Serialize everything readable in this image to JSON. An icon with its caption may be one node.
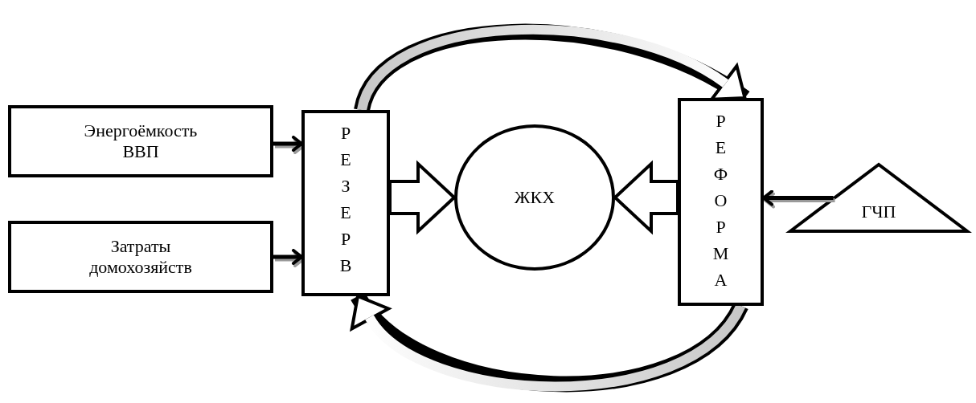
{
  "diagram": {
    "nodes": [
      {
        "text": [
          "Энергоёмкость ВВП"
        ]
      },
      {
        "text": [
          "Затраты домохозяйств"
        ]
      },
      {
        "text": [
          "РЕЗЕРВ"
        ]
      },
      {
        "text": [
          "ЖКХ"
        ]
      },
      {
        "text": [
          "РЕФОРМА"
        ]
      },
      {
        "text": [
          "ГЧП"
        ]
      }
    ],
    "edges": [
      {
        "from": 0,
        "to": 2,
        "arrow": "to"
      },
      {
        "from": 1,
        "to": 2,
        "arrow": "to"
      },
      {
        "from": 2,
        "to": 3,
        "arrow": "to",
        "style": "thick"
      },
      {
        "from": 4,
        "to": 3,
        "arrow": "to",
        "style": "thick"
      },
      {
        "from": 2,
        "to": 4,
        "arrow": "to",
        "style": "thick"
      },
      {
        "from": 4,
        "to": 2,
        "arrow": "to",
        "style": "thick"
      },
      {
        "from": 5,
        "to": 4,
        "arrow": "to"
      }
    ]
  }
}
